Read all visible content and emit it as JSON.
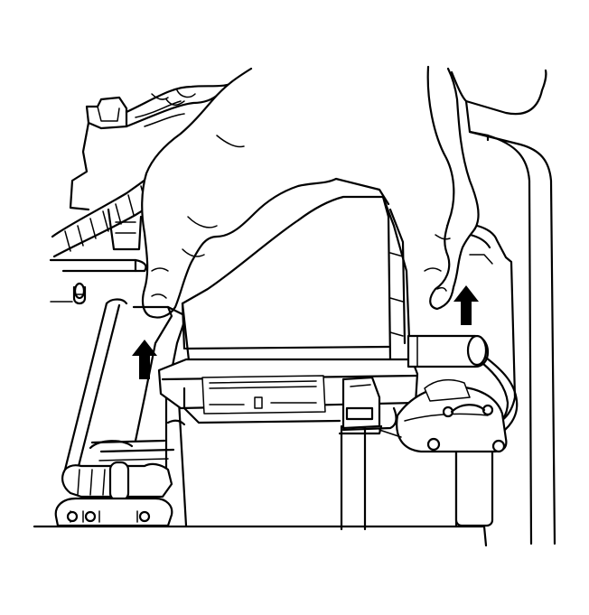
{
  "figure": {
    "type": "service-illustration",
    "arrow_direction": "up",
    "arrow_count": 2,
    "line_color": "#000000",
    "background_color": "#ffffff"
  }
}
